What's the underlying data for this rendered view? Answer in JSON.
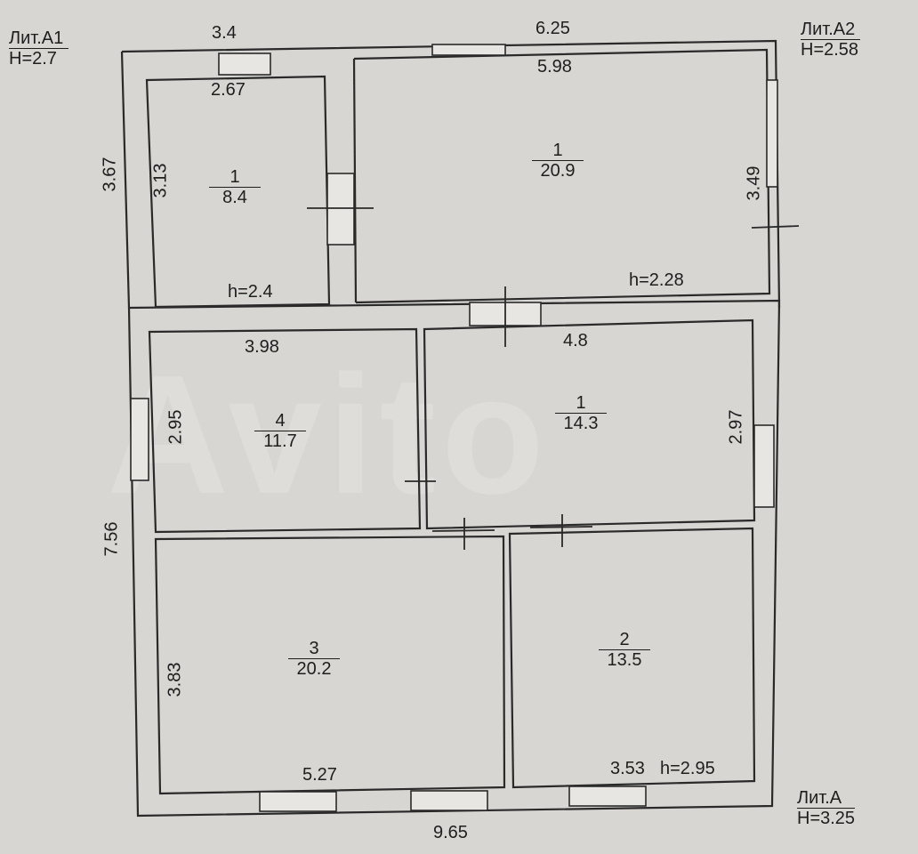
{
  "watermark": "Avito",
  "lit": {
    "a1": {
      "name": "Лит.А1",
      "height": "H=2.7"
    },
    "a2": {
      "name": "Лит.А2",
      "height": "H=2.58"
    },
    "a": {
      "name": "Лит.А",
      "height": "H=3.25"
    }
  },
  "rooms": {
    "a1_room": {
      "number": "1",
      "area": "8.4"
    },
    "a2_room": {
      "number": "1",
      "area": "20.9"
    },
    "room4": {
      "number": "4",
      "area": "11.7"
    },
    "room1": {
      "number": "1",
      "area": "14.3"
    },
    "room3": {
      "number": "3",
      "area": "20.2"
    },
    "room2": {
      "number": "2",
      "area": "13.5"
    }
  },
  "dims": {
    "top_a1": "3.4",
    "top_a2": "6.25",
    "inner_a1_w": "2.67",
    "inner_a2_w": "5.98",
    "left_a1": "3.67",
    "inner_a1_h": "3.13",
    "inner_a2_h": "3.49",
    "h_a1": "h=2.4",
    "h_a2": "h=2.28",
    "room4_w": "3.98",
    "room4_h": "2.95",
    "room1_w": "4.8",
    "room1_h": "2.97",
    "left_main": "7.56",
    "room3_h": "3.83",
    "room3_w": "5.27",
    "room2_w": "3.53",
    "h_main": "h=2.95",
    "bottom_main": "9.65"
  }
}
